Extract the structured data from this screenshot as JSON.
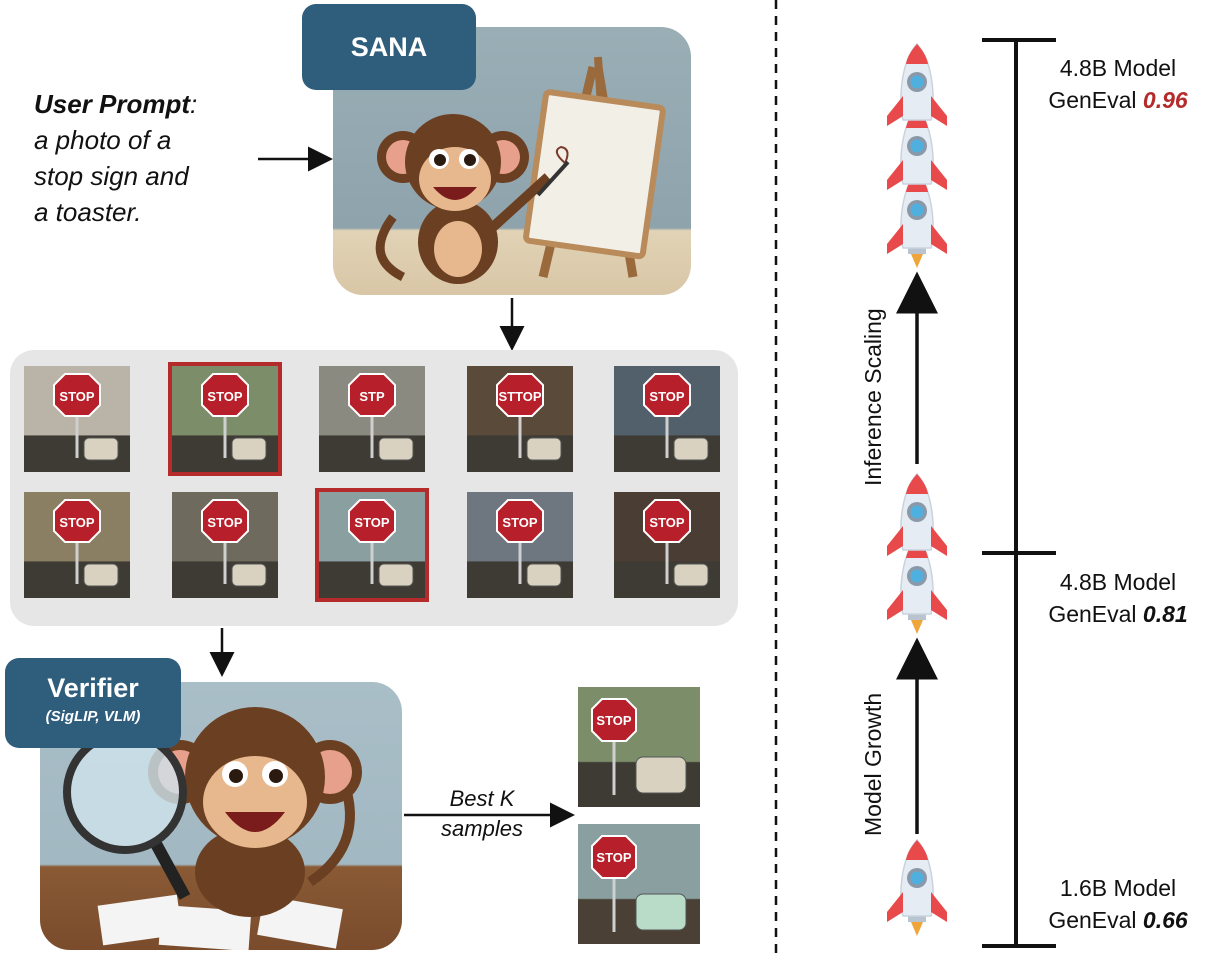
{
  "left": {
    "prompt_heading": "User Prompt",
    "prompt_colon": ":",
    "prompt_lines": [
      "a photo of a",
      "stop sign and",
      "a toaster."
    ],
    "sana_label": "SANA",
    "verifier_title": "Verifier",
    "verifier_sub": "(SigLIP, VLM)",
    "best_k": [
      "Best K",
      "samples"
    ],
    "samples": [
      {
        "text": "STOP",
        "selected": false
      },
      {
        "text": "STOP",
        "selected": true
      },
      {
        "text": "STP",
        "selected": false
      },
      {
        "text": "STTOP",
        "selected": false
      },
      {
        "text": "STOP",
        "selected": false
      },
      {
        "text": "STOP",
        "selected": false
      },
      {
        "text": "STOP",
        "selected": false
      },
      {
        "text": "STOP",
        "selected": true
      },
      {
        "text": "STOP",
        "selected": false
      },
      {
        "text": "STOP",
        "selected": false
      }
    ],
    "best_samples": [
      "STOP",
      "STOP"
    ]
  },
  "right": {
    "top_model": "4.8B Model",
    "top_geneval_label": "GenEval",
    "top_geneval_value": "0.96",
    "mid_model": "4.8B Model",
    "mid_geneval_label": "GenEval",
    "mid_geneval_value": "0.81",
    "bottom_model": "1.6B Model",
    "bottom_geneval_label": "GenEval",
    "bottom_geneval_value": "0.66",
    "inference_label": "Inference Scaling",
    "growth_label": "Model Growth"
  },
  "colors": {
    "label_bg": "#2f5d7c",
    "selection": "#b52a2a",
    "highlight_value": "#b52a2a"
  }
}
